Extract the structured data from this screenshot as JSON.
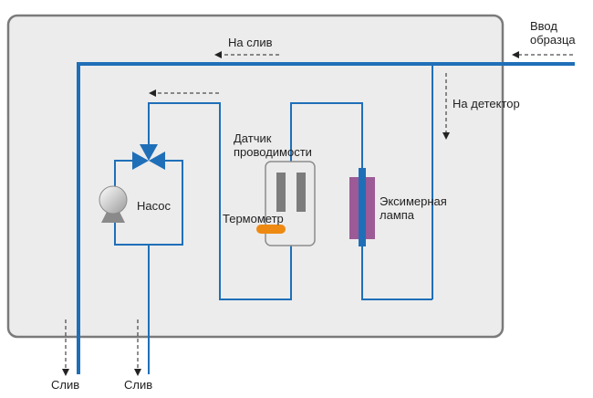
{
  "labels": {
    "sample_intake": [
      "Ввод",
      "образца"
    ],
    "to_drain": "На слив",
    "to_detector": "На детектор",
    "conductivity_sensor": [
      "Датчик",
      "проводимости"
    ],
    "pump": "Насос",
    "excimer_lamp": [
      "Эксимерная",
      "лампа"
    ],
    "thermometer": "Термометр",
    "drain_1": "Слив",
    "drain_2": "Слив"
  },
  "colors": {
    "pipe_blue": "#1f6fb8",
    "enclosure_fill": "#ececec",
    "enclosure_stroke": "#7a7a7a",
    "lamp_purple": "#9c5a96",
    "thermometer_orange": "#ee8a12",
    "electrode_gray": "#7c7c7c",
    "arrow": "#222222"
  },
  "icons": {
    "valve": "three-way-valve-icon",
    "pump": "pump-icon"
  }
}
